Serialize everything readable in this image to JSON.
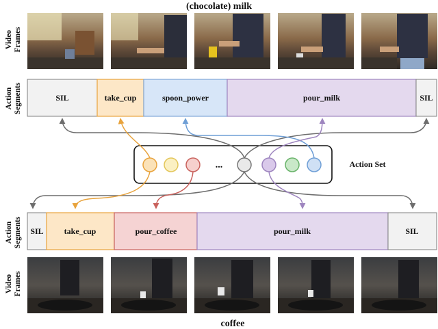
{
  "top": {
    "title": "(chocolate) milk",
    "frames_label": [
      "Video",
      "Frames"
    ],
    "segments_label": [
      "Action",
      "Segments"
    ],
    "segments": [
      {
        "label": "SIL",
        "fill": "#f2f2f2",
        "stroke": "#7f7f7f"
      },
      {
        "label": "take_cup",
        "fill": "#fde7c7",
        "stroke": "#e8a33d"
      },
      {
        "label": "spoon_power",
        "fill": "#d7e6f8",
        "stroke": "#7ea6d8"
      },
      {
        "label": "pour_milk",
        "fill": "#e4d9ee",
        "stroke": "#9e85bf"
      },
      {
        "label": "SIL",
        "fill": "#f2f2f2",
        "stroke": "#7f7f7f"
      }
    ]
  },
  "bottom": {
    "title": "coffee",
    "frames_label": [
      "Video",
      "Frames"
    ],
    "segments_label": [
      "Action",
      "Segments"
    ],
    "segments": [
      {
        "label": "SIL",
        "fill": "#f2f2f2",
        "stroke": "#7f7f7f"
      },
      {
        "label": "take_cup",
        "fill": "#fde7c7",
        "stroke": "#e8a33d"
      },
      {
        "label": "pour_coffee",
        "fill": "#f5d3d3",
        "stroke": "#c9625d"
      },
      {
        "label": "pour_milk",
        "fill": "#e4d9ee",
        "stroke": "#9e85bf"
      },
      {
        "label": "SIL",
        "fill": "#f2f2f2",
        "stroke": "#7f7f7f"
      }
    ]
  },
  "action_set": {
    "label": "Action Set",
    "ellipsis": "...",
    "actions": [
      {
        "fill": "#fbe2b8",
        "stroke": "#e8a33d"
      },
      {
        "fill": "#fbf0c2",
        "stroke": "#e3c65a"
      },
      {
        "fill": "#f6d0cd",
        "stroke": "#c9625d"
      },
      {
        "fill": "#e9e9e9",
        "stroke": "#777777"
      },
      {
        "fill": "#d9c9ea",
        "stroke": "#9e85bf"
      },
      {
        "fill": "#c9e8c8",
        "stroke": "#69b36a"
      },
      {
        "fill": "#cfe0f5",
        "stroke": "#6f9fd6"
      }
    ]
  },
  "colors": {
    "orange": "#e8a33d",
    "blue": "#6f9fd6",
    "purple": "#9e85bf",
    "red": "#c9625d",
    "gray": "#6d6d6d"
  }
}
